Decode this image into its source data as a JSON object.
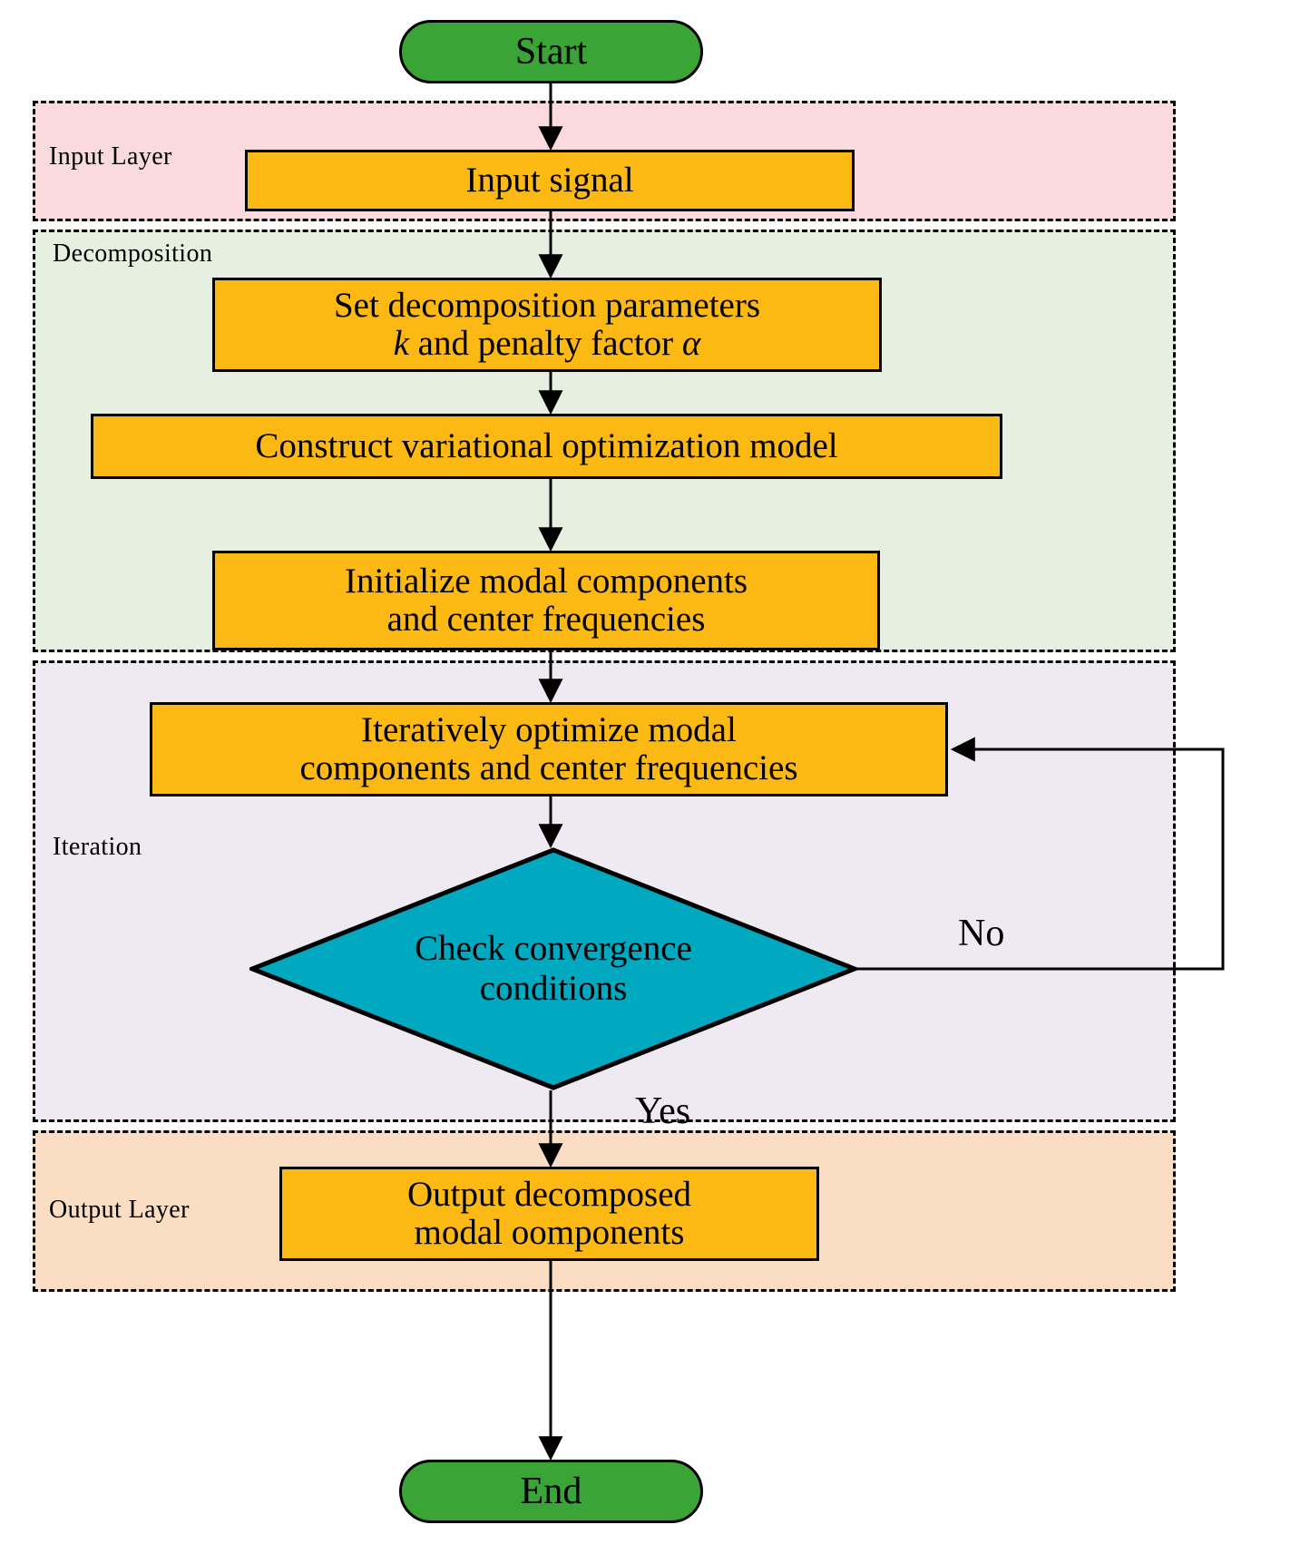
{
  "diagram": {
    "title": "Variational Mode Decomposition Flowchart",
    "colors": {
      "terminator_fill": "#3aa436",
      "process_fill": "#fcb813",
      "decision_fill": "#00a8c0",
      "band_input_fill": "#fadadd",
      "band_decomposition_fill": "#e6efe0",
      "band_iteration_fill": "#efe9f2",
      "band_output_fill": "#fbddc4",
      "stroke": "#000000"
    }
  },
  "nodes": {
    "start": {
      "label": "Start",
      "shape": "terminator"
    },
    "input_signal": {
      "label": "Input signal",
      "shape": "process"
    },
    "set_params": {
      "line1": "Set decomposition parameters",
      "line2_pre": "k",
      "line2_mid": " and penalty factor ",
      "line2_post": "α",
      "shape": "process"
    },
    "construct_model": {
      "label": "Construct variational optimization model",
      "shape": "process"
    },
    "initialize": {
      "line1": "Initialize modal components",
      "line2": "and center frequencies",
      "shape": "process"
    },
    "iterate": {
      "line1": "Iteratively optimize modal",
      "line2": "components and center frequencies",
      "shape": "process"
    },
    "decision": {
      "line1": "Check convergence",
      "line2": "conditions",
      "shape": "decision"
    },
    "output": {
      "line1": "Output decomposed",
      "line2": "modal oomponents",
      "shape": "process"
    },
    "end": {
      "label": "End",
      "shape": "terminator"
    }
  },
  "bands": {
    "input": {
      "label": "Input Layer"
    },
    "decomposition": {
      "label": "Decomposition"
    },
    "iteration": {
      "label": "Iteration"
    },
    "output": {
      "label": "Output Layer"
    }
  },
  "branches": {
    "no": {
      "label": "No"
    },
    "yes": {
      "label": "Yes"
    }
  },
  "flow": [
    {
      "from": "start",
      "to": "input_signal"
    },
    {
      "from": "input_signal",
      "to": "set_params"
    },
    {
      "from": "set_params",
      "to": "construct_model"
    },
    {
      "from": "construct_model",
      "to": "initialize"
    },
    {
      "from": "initialize",
      "to": "iterate"
    },
    {
      "from": "iterate",
      "to": "decision"
    },
    {
      "from": "decision",
      "to": "iterate",
      "label": "No"
    },
    {
      "from": "decision",
      "to": "output",
      "label": "Yes"
    },
    {
      "from": "output",
      "to": "end"
    }
  ]
}
